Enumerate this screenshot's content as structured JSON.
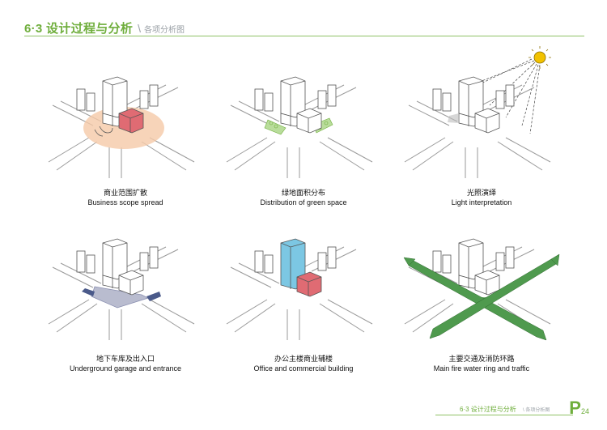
{
  "header": {
    "title": "6·3 设计过程与分析",
    "separator": "\\",
    "subtitle": "各项分析图"
  },
  "panels": [
    {
      "cn": "商业范围扩散",
      "en": "Business scope spread"
    },
    {
      "cn": "绿地面积分布",
      "en": "Distribution of green space"
    },
    {
      "cn": "光照演绎",
      "en": "Light interpretation"
    },
    {
      "cn": "地下车库及出入口",
      "en": "Underground garage and entrance"
    },
    {
      "cn": "办公主楼商业辅楼",
      "en": "Office and commercial building"
    },
    {
      "cn": "主要交通及消防环路",
      "en": "Main fire water ring and traffic"
    }
  ],
  "footer": {
    "title": "6·3 设计过程与分析",
    "subtitle": "\\ 各项分析图",
    "page_letter": "P",
    "page_number": "24"
  },
  "colors": {
    "accent_green": "#6fae3c",
    "commercial_red": "#e06b73",
    "office_blue": "#7cc7e3",
    "spread_orange": "#f5c9a8",
    "garage_purple": "#8a8fb0",
    "traffic_green": "#4f9a4e",
    "sun_yellow": "#f2c200"
  }
}
